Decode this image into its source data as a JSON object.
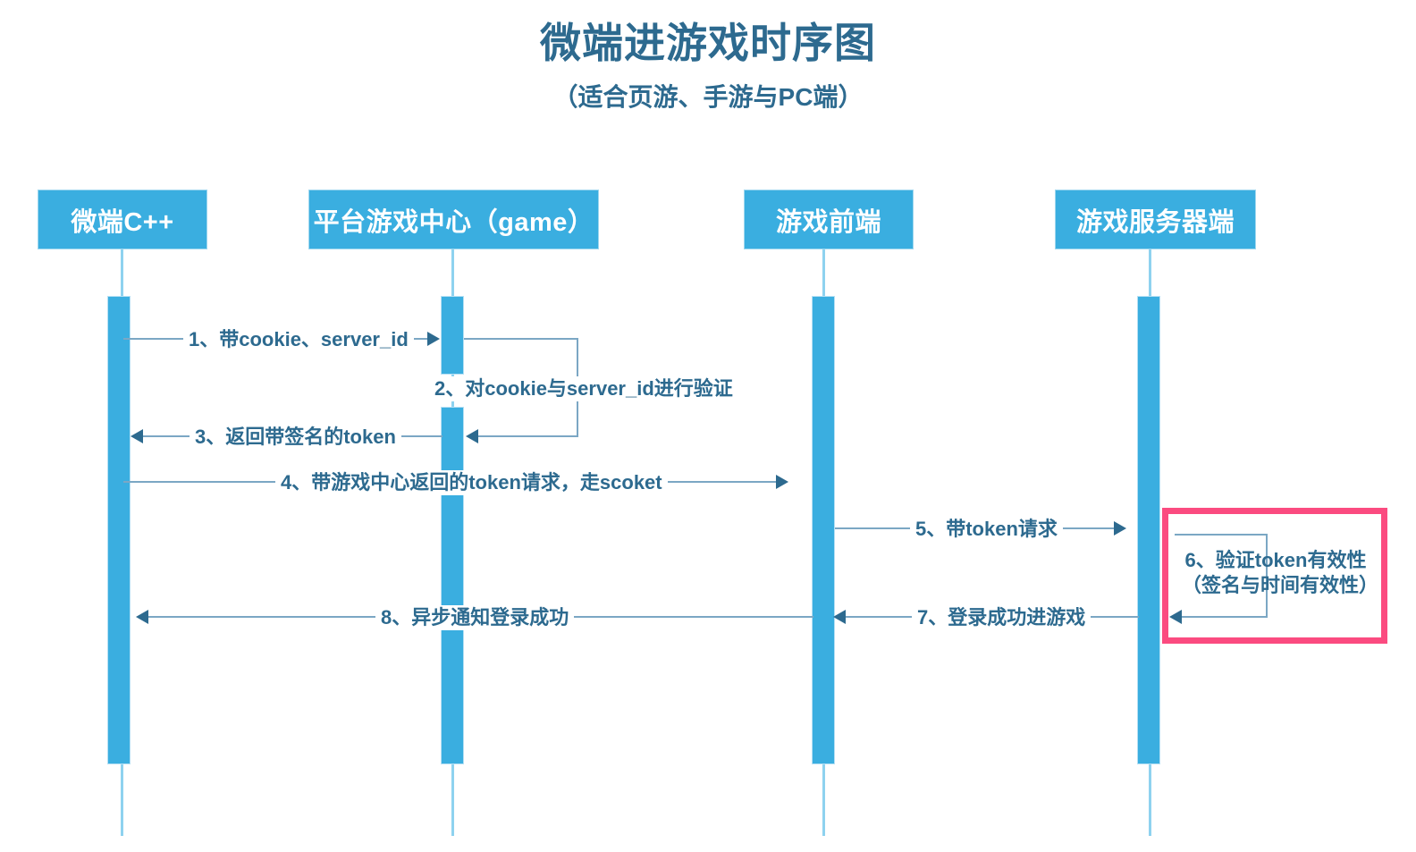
{
  "diagram": {
    "title": "微端进游戏时序图",
    "subtitle": "（适合页游、手游与PC端）",
    "colors": {
      "lifeline_blue": "#3aaee0",
      "lifeline_stem": "#8ed2ef",
      "text_blue": "#2d6a8f",
      "arrow_line": "#7ba7c4",
      "highlight_pink": "#fb4b80",
      "background": "#ffffff"
    },
    "participants": [
      {
        "id": "client",
        "label": "微端C++"
      },
      {
        "id": "platform",
        "label": "平台游戏中心（game）"
      },
      {
        "id": "gamefront",
        "label": "游戏前端"
      },
      {
        "id": "gameserver",
        "label": "游戏服务器端"
      }
    ],
    "messages": [
      {
        "num": "1",
        "label": "1、带cookie、server_id",
        "from": "client",
        "to": "platform",
        "direction": "right",
        "type": "call"
      },
      {
        "num": "2",
        "label": "2、对cookie与server_id进行验证",
        "from": "platform",
        "to": "platform",
        "direction": "self",
        "type": "self-call"
      },
      {
        "num": "3",
        "label": "3、返回带签名的token",
        "from": "platform",
        "to": "client",
        "direction": "left",
        "type": "return"
      },
      {
        "num": "4",
        "label": "4、带游戏中心返回的token请求，走scoket",
        "from": "client",
        "to": "gamefront",
        "direction": "right",
        "type": "call"
      },
      {
        "num": "5",
        "label": "5、带token请求",
        "from": "gamefront",
        "to": "gameserver",
        "direction": "right",
        "type": "call"
      },
      {
        "num": "6",
        "label_line1": "6、验证token有效性",
        "label_line2": "（签名与时间有效性）",
        "from": "gameserver",
        "to": "gameserver",
        "direction": "self",
        "type": "self-call",
        "highlighted": true
      },
      {
        "num": "7",
        "label": "7、登录成功进游戏",
        "from": "gameserver",
        "to": "gamefront",
        "direction": "left",
        "type": "return"
      },
      {
        "num": "8",
        "label": "8、异步通知登录成功",
        "from": "gamefront",
        "to": "client",
        "direction": "left",
        "type": "return"
      }
    ]
  }
}
